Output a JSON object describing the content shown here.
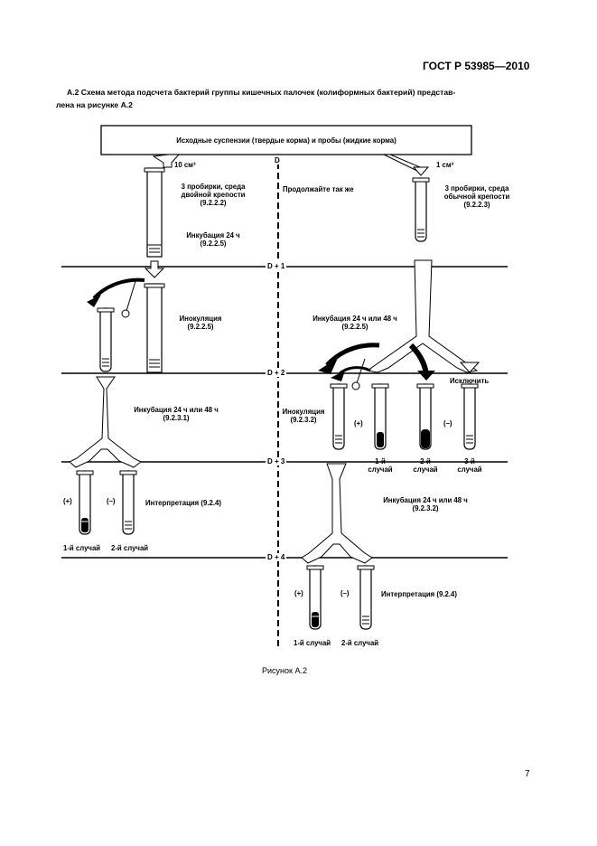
{
  "header": {
    "standard": "ГОСТ Р 53985—2010"
  },
  "intro": {
    "line1": "А.2  Схема метода подсчета бактерий группы кишечных палочек (колиформных бактерий) представ-",
    "line2": "лена на рисунке А.2"
  },
  "diagram": {
    "source_box": "Исходные суспензии (твердые корма) и пробы (жидкие корма)",
    "left_volume": "10 см³",
    "right_volume": "1 см³",
    "day_labels": [
      "D",
      "D + 1",
      "D + 2",
      "D + 3",
      "D + 4"
    ],
    "left_tubes_desc": [
      "3 пробирки, среда",
      "двойной крепости",
      "(9.2.2.2)"
    ],
    "incub_24_left": [
      "Инкубация 24 ч",
      "(9.2.2.5)"
    ],
    "continue_same": "Продолжайте так же",
    "right_tubes_desc": [
      "3 пробирки, среда",
      "обычной крепости",
      "(9.2.2.3)"
    ],
    "inoculation_left": [
      "Инокуляция",
      "(9.2.2.5)"
    ],
    "incub_24_48_right_top": [
      "Инкубация 24 ч или 48 ч",
      "(9.2.2.5)"
    ],
    "exclude": "Исключить",
    "incub_24_48_left": [
      "Инкубация 24 ч или 48 ч",
      "(9.2.3.1)"
    ],
    "inoculation_right": [
      "Инокуляция",
      "(9.2.3.2)"
    ],
    "plus": "(+)",
    "minus": "(–)",
    "case1": [
      "1-й",
      "случай"
    ],
    "case2": [
      "2-й",
      "случай"
    ],
    "case3": [
      "3-й",
      "случай"
    ],
    "interpretation": "Интерпретация (9.2.4)",
    "case1_inline": "1-й случай",
    "case2_inline": "2-й случай",
    "incub_24_48_right_bottom": [
      "Инкубация 24 ч или 48 ч",
      "(9.2.3.2)"
    ]
  },
  "figure_caption": "Рисунок А.2",
  "page_number": "7"
}
